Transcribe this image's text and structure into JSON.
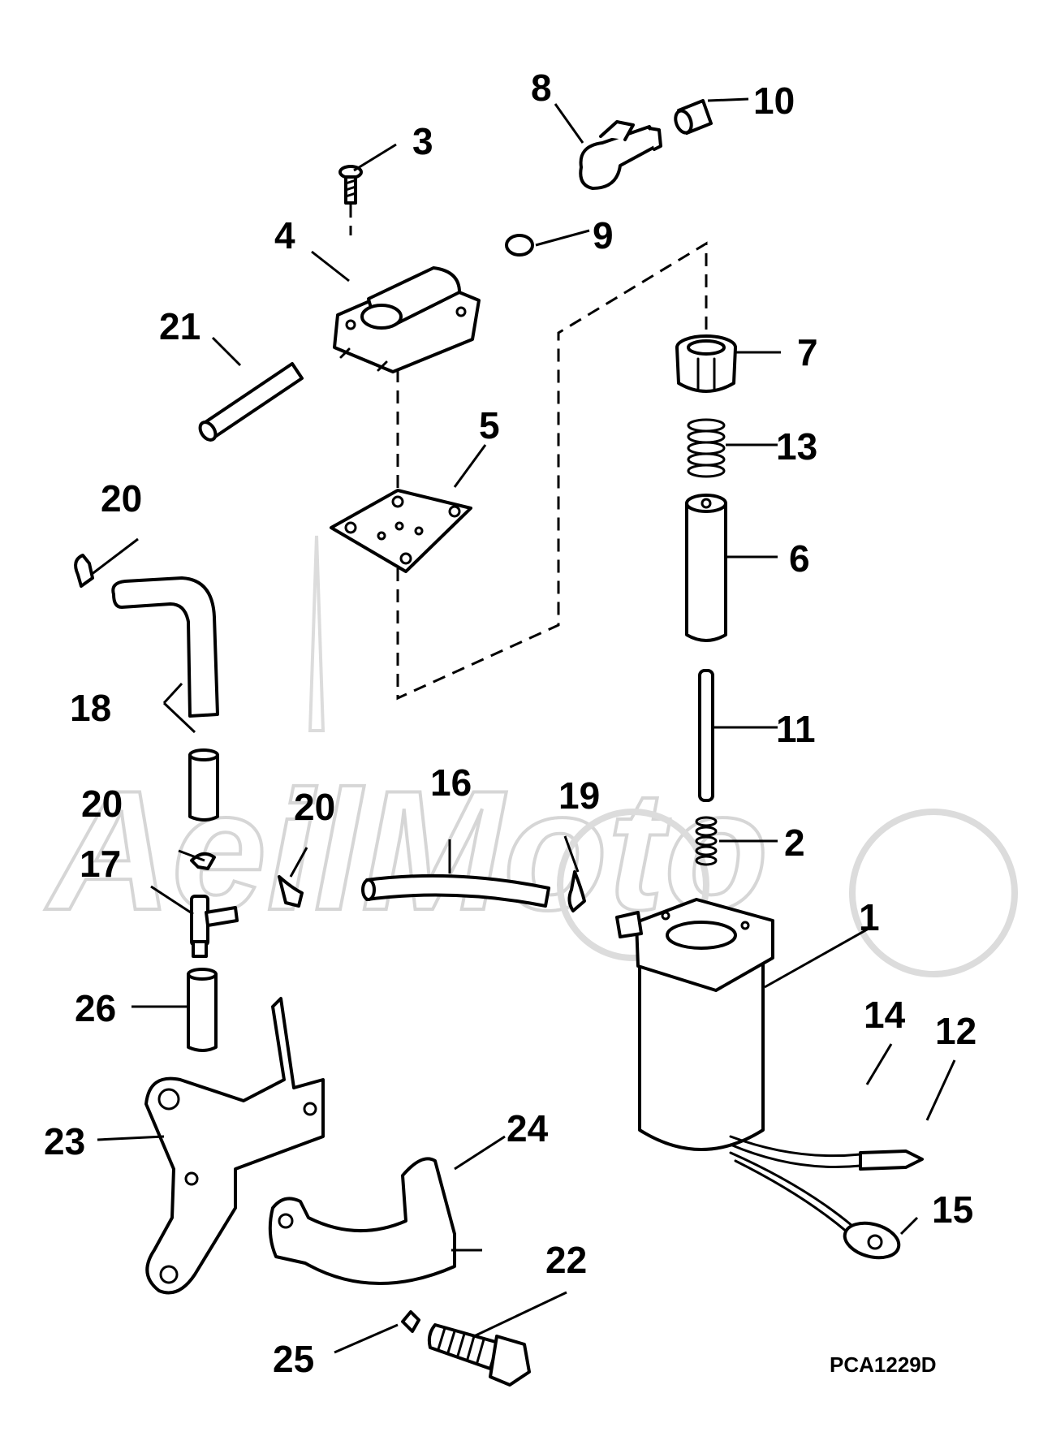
{
  "watermark": {
    "text": "AeilMoto"
  },
  "drawing_code": "PCA1229D",
  "callouts": {
    "c1": "1",
    "c2": "2",
    "c3": "3",
    "c4": "4",
    "c5": "5",
    "c6": "6",
    "c7": "7",
    "c8": "8",
    "c9": "9",
    "c10": "10",
    "c11": "11",
    "c12": "12",
    "c13": "13",
    "c14": "14",
    "c15": "15",
    "c16": "16",
    "c17": "17",
    "c18": "18",
    "c19": "19",
    "c20a": "20",
    "c20b": "20",
    "c20c": "20",
    "c21": "21",
    "c22": "22",
    "c23": "23",
    "c24": "24",
    "c25": "25",
    "c26": "26"
  }
}
